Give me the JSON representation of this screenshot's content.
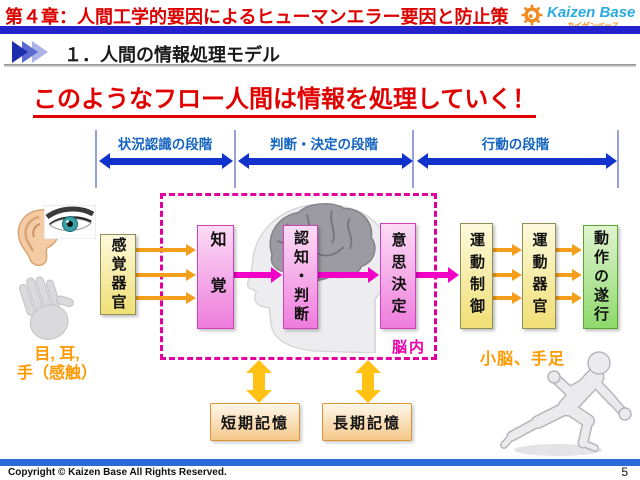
{
  "header": {
    "chapter_title": "第４章：人間工学的要因によるヒューマンエラー要因と防止策",
    "logo_name": "Kaizen Base",
    "logo_subtitle": "カイゼンベース",
    "section_title": "１．人間の情報処理モデル"
  },
  "main_title": "このようなフロー人間は情報を処理していく！",
  "stages": [
    {
      "label": "状況認識の段階"
    },
    {
      "label": "判断・決定の段階"
    },
    {
      "label": "行動の段階"
    }
  ],
  "flow": {
    "boxes": [
      {
        "id": "sensory-organs",
        "label": "感覚器官",
        "color": "yellow"
      },
      {
        "id": "perception",
        "label": "知覚",
        "color": "pink"
      },
      {
        "id": "cognition-judgment",
        "label": "認知・判断",
        "color": "pink"
      },
      {
        "id": "decision-making",
        "label": "意思決定",
        "color": "pink"
      },
      {
        "id": "motor-control",
        "label": "運動制御",
        "color": "yellow"
      },
      {
        "id": "motor-organs",
        "label": "運動器官",
        "color": "yellow"
      },
      {
        "id": "action-execution",
        "label": "動作の遂行",
        "color": "green"
      }
    ],
    "brain_area_label": "脳内",
    "memory_boxes": [
      {
        "label": "短期記憶"
      },
      {
        "label": "長期記憶"
      }
    ]
  },
  "annotations": {
    "left_organs_line1": "目, 耳,",
    "left_organs_line2": "手（感触）",
    "right_organs": "小脳、手足"
  },
  "footer": {
    "copyright": "Copyright ©  Kaizen Base  All Rights Reserved.",
    "page_number": "5"
  },
  "colors": {
    "title_red": "#dd0000",
    "header_bar_blue": "#2323cd",
    "stage_text_blue": "#1565c0",
    "stage_arrow_blue": "#1133cc",
    "flow_arrow_orange": "#f59e1b",
    "flow_arrow_magenta": "#f200c8",
    "memory_arrow_gold": "#ffc112",
    "organ_label_orange": "#ff9900",
    "brain_label_magenta": "#ee00aa",
    "footer_bar_blue": "#2b6ad8"
  }
}
